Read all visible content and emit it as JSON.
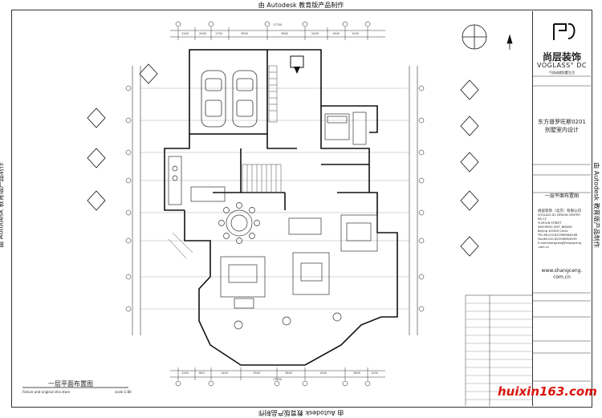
{
  "watermark": "由 Autodesk 教育版产品制作",
  "company": {
    "logo_text": "尚层装饰",
    "brand": "VOGLASS° DC",
    "slogan": "气质成就别墅生活"
  },
  "project": {
    "line1": "东方普罗旺斯0201",
    "line2": "别墅室内设计"
  },
  "drawing_name": "一层平面布置图",
  "company_info": [
    "尚层装饰（北京）有限公司",
    "VOGLASS DC DESIGN CENTER",
    "NO.12",
    "YI MOUN STREET",
    "XINCHENG DIST.,BEIJING",
    "Beijing 100029,China",
    "TEL:86-010-82259898/6188",
    "Fax:86-010-82259898/6199",
    "E-mail:shangceng@shangceng",
    ".com.cn"
  ],
  "website": {
    "line1": "www.shangceng.",
    "line2": "com.cn"
  },
  "plan": {
    "title": "一层平面布置图",
    "subtitle": "Fixture and original stra stare",
    "scale": "scale 1:80"
  },
  "dimensions": {
    "top_total": "17700",
    "bottom_total": "17700",
    "top_segments": [
      "1200",
      "2000",
      "1700",
      "3900",
      "3600",
      "2400",
      "1500",
      "1200"
    ],
    "bottom_segments": [
      "1200",
      "600",
      "1400",
      "3300",
      "3600",
      "1500",
      "3600",
      "1200"
    ]
  },
  "source_watermark": "huixin163.com"
}
